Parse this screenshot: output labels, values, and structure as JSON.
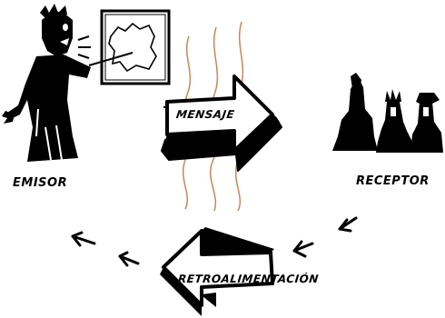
{
  "labels": {
    "emisor": "EMISOR",
    "mensaje": "MENSAJE",
    "receptor": "RECEPTOR",
    "retroalimentacion": "RETROALIMENTACIÓN"
  },
  "colors": {
    "ink": "#000000",
    "heat_waves": "#c8865a",
    "background": "#ffffff"
  }
}
